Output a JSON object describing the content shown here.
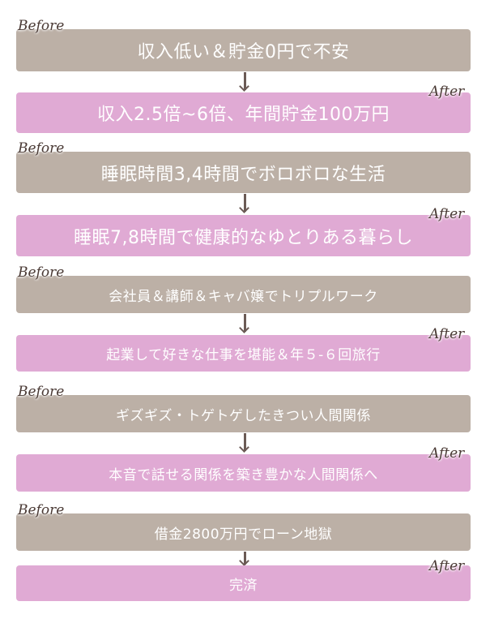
{
  "labels": {
    "before": "Before",
    "after": "After"
  },
  "colors": {
    "before": "#bcb0a6",
    "after": "#e0aad4",
    "arrow": "#6b5a55"
  },
  "pairs": [
    {
      "before": "収入低い＆貯金0円で不安",
      "after": "収入2.5倍~6倍、年間貯金100万円"
    },
    {
      "before": "睡眠時間3,4時間でボロボロな生活",
      "after": "睡眠7,8時間で健康的なゆとりある暮らし"
    },
    {
      "before": "会社員＆講師＆キャバ嬢でトリプルワーク",
      "after": "起業して好きな仕事を堪能＆年５-６回旅行"
    },
    {
      "before": "ギズギズ・トゲトゲしたきつい人間関係",
      "after": "本音で話せる関係を築き豊かな人間関係へ"
    },
    {
      "before": "借金2800万円でローン地獄",
      "after": "完済"
    }
  ]
}
